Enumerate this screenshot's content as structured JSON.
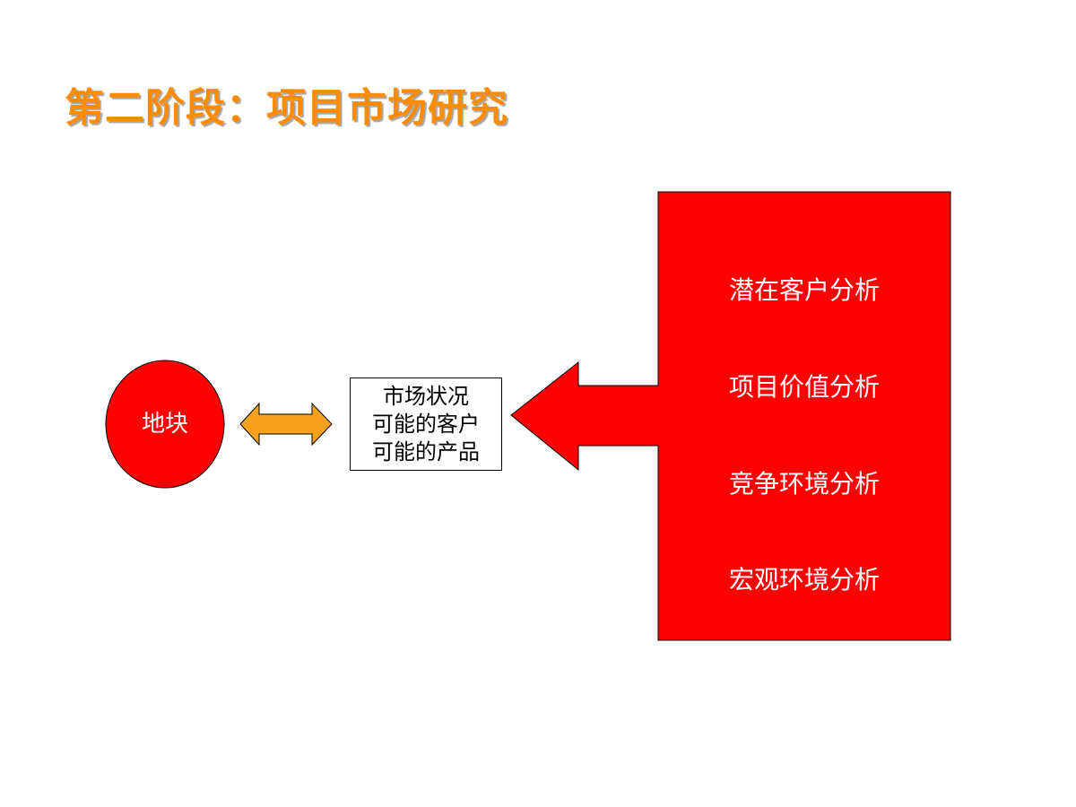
{
  "title": "第二阶段：项目市场研究",
  "colors": {
    "title": "#ff8c00",
    "red": "#ff0000",
    "orange_arrow": "#f7a21a"
  },
  "plot": {
    "label": "地块"
  },
  "market_box": {
    "lines": [
      "市场状况",
      "可能的客户",
      "可能的产品"
    ]
  },
  "analysis_box": {
    "items": [
      "潜在客户分析",
      "项目价值分析",
      "竞争环境分析",
      "宏观环境分析"
    ]
  }
}
